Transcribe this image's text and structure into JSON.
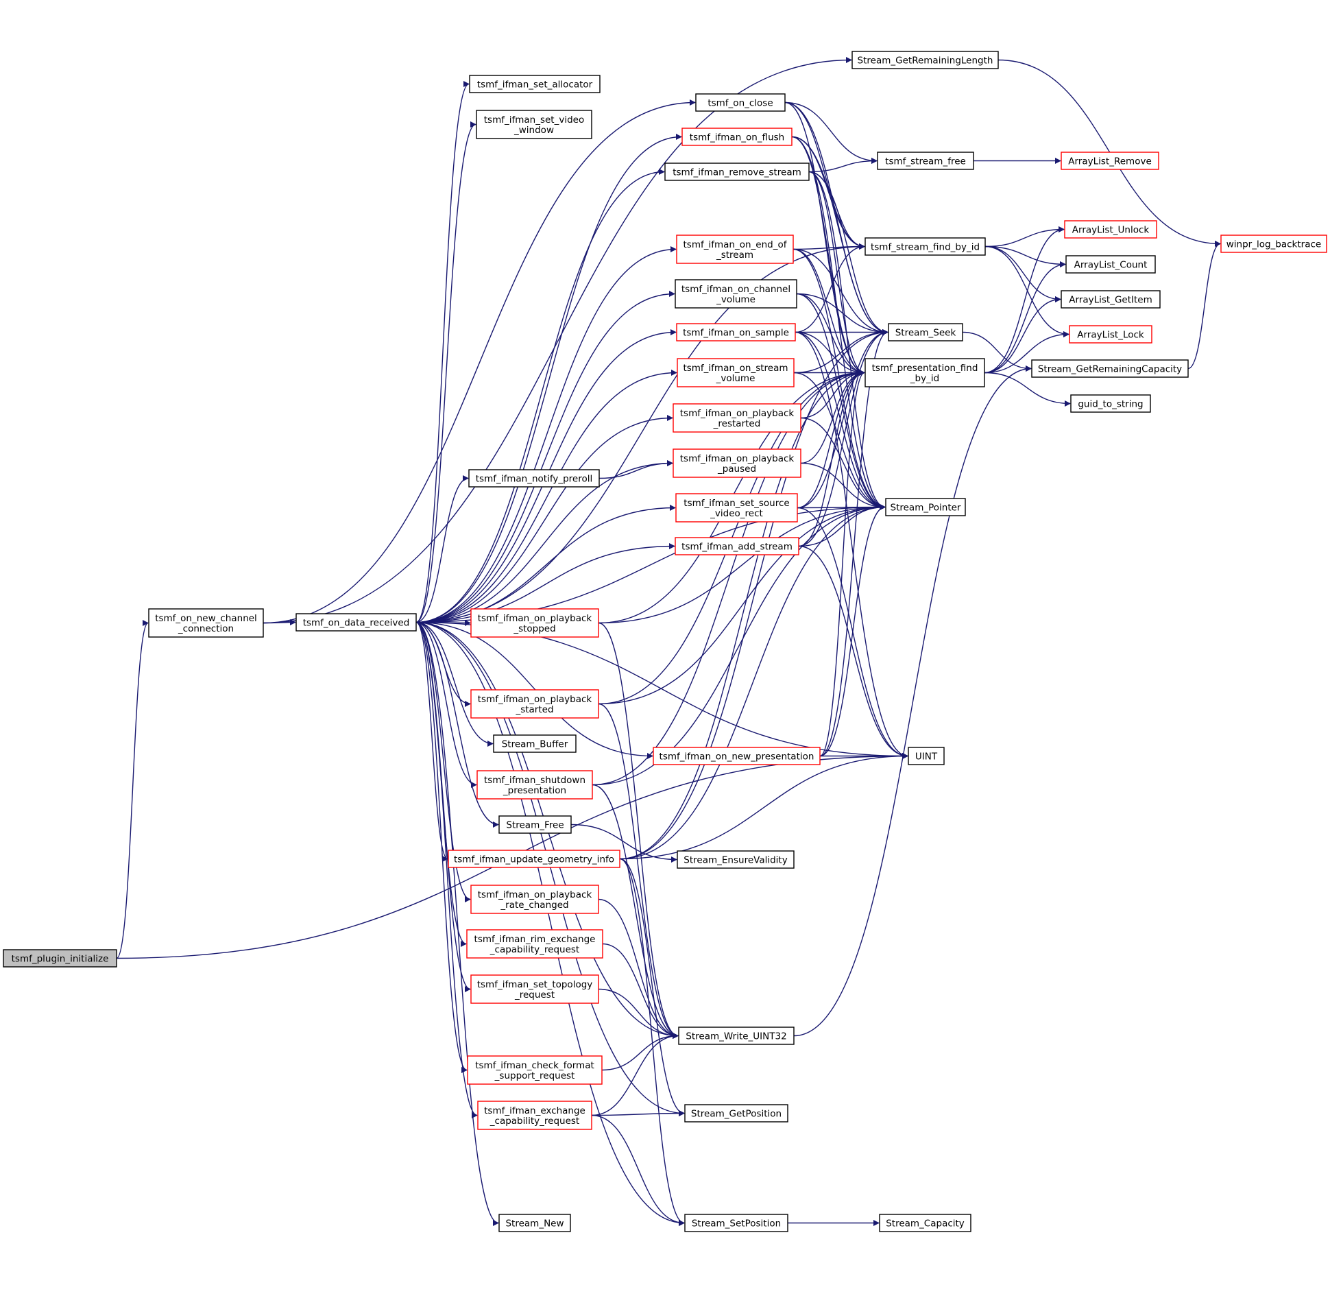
{
  "colors": {
    "edge": "#191970",
    "normal_border": "#000000",
    "truncated_border": "#ff0000",
    "root_fill": "#bfbfbf",
    "node_fill": "#ffffff"
  },
  "nodes": [
    {
      "id": "plugin_init",
      "lines": [
        "tsmf_plugin_initialize"
      ],
      "style": "root"
    },
    {
      "id": "new_channel_conn",
      "lines": [
        "tsmf_on_new_channel",
        "_connection"
      ],
      "style": "normal"
    },
    {
      "id": "data_received",
      "lines": [
        "tsmf_on_data_received"
      ],
      "style": "normal"
    },
    {
      "id": "on_close",
      "lines": [
        "tsmf_on_close"
      ],
      "style": "normal"
    },
    {
      "id": "set_allocator",
      "lines": [
        "tsmf_ifman_set_allocator"
      ],
      "style": "normal"
    },
    {
      "id": "set_video_window",
      "lines": [
        "tsmf_ifman_set_video",
        "_window"
      ],
      "style": "normal"
    },
    {
      "id": "on_flush",
      "lines": [
        "tsmf_ifman_on_flush"
      ],
      "style": "truncated"
    },
    {
      "id": "remove_stream",
      "lines": [
        "tsmf_ifman_remove_stream"
      ],
      "style": "normal"
    },
    {
      "id": "on_end_of_stream",
      "lines": [
        "tsmf_ifman_on_end_of",
        "_stream"
      ],
      "style": "truncated"
    },
    {
      "id": "on_channel_volume",
      "lines": [
        "tsmf_ifman_on_channel",
        "_volume"
      ],
      "style": "normal"
    },
    {
      "id": "on_sample",
      "lines": [
        "tsmf_ifman_on_sample"
      ],
      "style": "truncated"
    },
    {
      "id": "on_stream_volume",
      "lines": [
        "tsmf_ifman_on_stream",
        "_volume"
      ],
      "style": "truncated"
    },
    {
      "id": "on_playback_restarted",
      "lines": [
        "tsmf_ifman_on_playback",
        "_restarted"
      ],
      "style": "truncated"
    },
    {
      "id": "on_playback_paused",
      "lines": [
        "tsmf_ifman_on_playback",
        "_paused"
      ],
      "style": "truncated"
    },
    {
      "id": "notify_preroll",
      "lines": [
        "tsmf_ifman_notify_preroll"
      ],
      "style": "normal"
    },
    {
      "id": "set_source_video_rect",
      "lines": [
        "tsmf_ifman_set_source",
        "_video_rect"
      ],
      "style": "truncated"
    },
    {
      "id": "add_stream",
      "lines": [
        "tsmf_ifman_add_stream"
      ],
      "style": "truncated"
    },
    {
      "id": "on_playback_stopped",
      "lines": [
        "tsmf_ifman_on_playback",
        "_stopped"
      ],
      "style": "truncated"
    },
    {
      "id": "on_playback_started",
      "lines": [
        "tsmf_ifman_on_playback",
        "_started"
      ],
      "style": "truncated"
    },
    {
      "id": "stream_buffer",
      "lines": [
        "Stream_Buffer"
      ],
      "style": "normal"
    },
    {
      "id": "on_new_presentation",
      "lines": [
        "tsmf_ifman_on_new_presentation"
      ],
      "style": "truncated"
    },
    {
      "id": "shutdown_presentation",
      "lines": [
        "tsmf_ifman_shutdown",
        "_presentation"
      ],
      "style": "truncated"
    },
    {
      "id": "stream_free_fn",
      "lines": [
        "Stream_Free"
      ],
      "style": "normal"
    },
    {
      "id": "stream_ensure_validity",
      "lines": [
        "Stream_EnsureValidity"
      ],
      "style": "normal"
    },
    {
      "id": "update_geometry_info",
      "lines": [
        "tsmf_ifman_update_geometry_info"
      ],
      "style": "truncated"
    },
    {
      "id": "on_playback_rate_changed",
      "lines": [
        "tsmf_ifman_on_playback",
        "_rate_changed"
      ],
      "style": "truncated"
    },
    {
      "id": "rim_exchange_cap",
      "lines": [
        "tsmf_ifman_rim_exchange",
        "_capability_request"
      ],
      "style": "truncated"
    },
    {
      "id": "set_topology",
      "lines": [
        "tsmf_ifman_set_topology",
        "_request"
      ],
      "style": "truncated"
    },
    {
      "id": "stream_write_uint32",
      "lines": [
        "Stream_Write_UINT32"
      ],
      "style": "normal"
    },
    {
      "id": "check_format_support",
      "lines": [
        "tsmf_ifman_check_format",
        "_support_request"
      ],
      "style": "truncated"
    },
    {
      "id": "exchange_cap",
      "lines": [
        "tsmf_ifman_exchange",
        "_capability_request"
      ],
      "style": "truncated"
    },
    {
      "id": "stream_get_position",
      "lines": [
        "Stream_GetPosition"
      ],
      "style": "normal"
    },
    {
      "id": "stream_new",
      "lines": [
        "Stream_New"
      ],
      "style": "normal"
    },
    {
      "id": "stream_set_position",
      "lines": [
        "Stream_SetPosition"
      ],
      "style": "normal"
    },
    {
      "id": "stream_capacity",
      "lines": [
        "Stream_Capacity"
      ],
      "style": "normal"
    },
    {
      "id": "stream_get_remaining_length",
      "lines": [
        "Stream_GetRemainingLength"
      ],
      "style": "normal"
    },
    {
      "id": "tsmf_stream_free",
      "lines": [
        "tsmf_stream_free"
      ],
      "style": "normal"
    },
    {
      "id": "stream_find_by_id",
      "lines": [
        "tsmf_stream_find_by_id"
      ],
      "style": "normal"
    },
    {
      "id": "stream_seek",
      "lines": [
        "Stream_Seek"
      ],
      "style": "normal"
    },
    {
      "id": "presentation_find_by_id",
      "lines": [
        "tsmf_presentation_find",
        "_by_id"
      ],
      "style": "normal"
    },
    {
      "id": "stream_pointer",
      "lines": [
        "Stream_Pointer"
      ],
      "style": "normal"
    },
    {
      "id": "uint",
      "lines": [
        "UINT"
      ],
      "style": "normal"
    },
    {
      "id": "arraylist_remove",
      "lines": [
        "ArrayList_Remove"
      ],
      "style": "truncated"
    },
    {
      "id": "arraylist_unlock",
      "lines": [
        "ArrayList_Unlock"
      ],
      "style": "truncated"
    },
    {
      "id": "arraylist_count",
      "lines": [
        "ArrayList_Count"
      ],
      "style": "normal"
    },
    {
      "id": "arraylist_getitem",
      "lines": [
        "ArrayList_GetItem"
      ],
      "style": "normal"
    },
    {
      "id": "arraylist_lock",
      "lines": [
        "ArrayList_Lock"
      ],
      "style": "truncated"
    },
    {
      "id": "stream_get_remaining_capacity",
      "lines": [
        "Stream_GetRemainingCapacity"
      ],
      "style": "normal"
    },
    {
      "id": "guid_to_string",
      "lines": [
        "guid_to_string"
      ],
      "style": "normal"
    },
    {
      "id": "winpr_log_backtrace",
      "lines": [
        "winpr_log_backtrace"
      ],
      "style": "truncated"
    }
  ],
  "edges": [
    [
      "plugin_init",
      "new_channel_conn"
    ],
    [
      "plugin_init",
      "uint"
    ],
    [
      "new_channel_conn",
      "data_received"
    ],
    [
      "new_channel_conn",
      "on_close"
    ],
    [
      "new_channel_conn",
      "stream_get_remaining_length"
    ],
    [
      "data_received",
      "set_allocator"
    ],
    [
      "data_received",
      "set_video_window"
    ],
    [
      "data_received",
      "on_flush"
    ],
    [
      "data_received",
      "remove_stream"
    ],
    [
      "data_received",
      "stream_find_by_id"
    ],
    [
      "data_received",
      "on_end_of_stream"
    ],
    [
      "data_received",
      "on_channel_volume"
    ],
    [
      "data_received",
      "on_sample"
    ],
    [
      "data_received",
      "on_stream_volume"
    ],
    [
      "data_received",
      "on_playback_restarted"
    ],
    [
      "data_received",
      "on_playback_paused"
    ],
    [
      "data_received",
      "notify_preroll"
    ],
    [
      "data_received",
      "set_source_video_rect"
    ],
    [
      "data_received",
      "add_stream"
    ],
    [
      "data_received",
      "stream_pointer"
    ],
    [
      "data_received",
      "on_playback_stopped"
    ],
    [
      "data_received",
      "on_new_presentation"
    ],
    [
      "data_received",
      "on_playback_started"
    ],
    [
      "data_received",
      "stream_buffer"
    ],
    [
      "data_received",
      "shutdown_presentation"
    ],
    [
      "data_received",
      "stream_free_fn"
    ],
    [
      "data_received",
      "update_geometry_info"
    ],
    [
      "data_received",
      "on_playback_rate_changed"
    ],
    [
      "data_received",
      "rim_exchange_cap"
    ],
    [
      "data_received",
      "set_topology"
    ],
    [
      "data_received",
      "stream_write_uint32"
    ],
    [
      "data_received",
      "check_format_support"
    ],
    [
      "data_received",
      "exchange_cap"
    ],
    [
      "data_received",
      "stream_get_position"
    ],
    [
      "data_received",
      "uint"
    ],
    [
      "data_received",
      "stream_new"
    ],
    [
      "data_received",
      "stream_set_position"
    ],
    [
      "on_close",
      "tsmf_stream_free"
    ],
    [
      "on_close",
      "stream_find_by_id"
    ],
    [
      "on_close",
      "stream_seek"
    ],
    [
      "on_close",
      "presentation_find_by_id"
    ],
    [
      "on_flush",
      "stream_find_by_id"
    ],
    [
      "on_flush",
      "stream_seek"
    ],
    [
      "on_flush",
      "presentation_find_by_id"
    ],
    [
      "on_flush",
      "stream_pointer"
    ],
    [
      "remove_stream",
      "tsmf_stream_free"
    ],
    [
      "remove_stream",
      "stream_find_by_id"
    ],
    [
      "remove_stream",
      "stream_seek"
    ],
    [
      "remove_stream",
      "presentation_find_by_id"
    ],
    [
      "remove_stream",
      "stream_pointer"
    ],
    [
      "on_end_of_stream",
      "stream_find_by_id"
    ],
    [
      "on_end_of_stream",
      "stream_seek"
    ],
    [
      "on_end_of_stream",
      "presentation_find_by_id"
    ],
    [
      "on_end_of_stream",
      "stream_pointer"
    ],
    [
      "on_channel_volume",
      "stream_seek"
    ],
    [
      "on_channel_volume",
      "presentation_find_by_id"
    ],
    [
      "on_channel_volume",
      "stream_pointer"
    ],
    [
      "on_sample",
      "stream_find_by_id"
    ],
    [
      "on_sample",
      "stream_seek"
    ],
    [
      "on_sample",
      "presentation_find_by_id"
    ],
    [
      "on_sample",
      "stream_pointer"
    ],
    [
      "on_sample",
      "uint"
    ],
    [
      "on_stream_volume",
      "stream_seek"
    ],
    [
      "on_stream_volume",
      "presentation_find_by_id"
    ],
    [
      "on_stream_volume",
      "stream_pointer"
    ],
    [
      "on_playback_restarted",
      "presentation_find_by_id"
    ],
    [
      "on_playback_restarted",
      "stream_pointer"
    ],
    [
      "on_playback_paused",
      "presentation_find_by_id"
    ],
    [
      "on_playback_paused",
      "stream_pointer"
    ],
    [
      "notify_preroll",
      "on_playback_paused"
    ],
    [
      "set_source_video_rect",
      "stream_seek"
    ],
    [
      "set_source_video_rect",
      "presentation_find_by_id"
    ],
    [
      "set_source_video_rect",
      "stream_pointer"
    ],
    [
      "set_source_video_rect",
      "uint"
    ],
    [
      "add_stream",
      "stream_seek"
    ],
    [
      "add_stream",
      "presentation_find_by_id"
    ],
    [
      "add_stream",
      "stream_pointer"
    ],
    [
      "add_stream",
      "uint"
    ],
    [
      "on_playback_stopped",
      "presentation_find_by_id"
    ],
    [
      "on_playback_stopped",
      "stream_pointer"
    ],
    [
      "on_playback_stopped",
      "stream_write_uint32"
    ],
    [
      "on_playback_started",
      "presentation_find_by_id"
    ],
    [
      "on_playback_started",
      "stream_pointer"
    ],
    [
      "on_playback_started",
      "stream_write_uint32"
    ],
    [
      "on_new_presentation",
      "stream_seek"
    ],
    [
      "on_new_presentation",
      "presentation_find_by_id"
    ],
    [
      "on_new_presentation",
      "stream_pointer"
    ],
    [
      "on_new_presentation",
      "uint"
    ],
    [
      "shutdown_presentation",
      "presentation_find_by_id"
    ],
    [
      "shutdown_presentation",
      "stream_pointer"
    ],
    [
      "shutdown_presentation",
      "stream_write_uint32"
    ],
    [
      "stream_free_fn",
      "stream_ensure_validity"
    ],
    [
      "update_geometry_info",
      "stream_seek"
    ],
    [
      "update_geometry_info",
      "presentation_find_by_id"
    ],
    [
      "update_geometry_info",
      "stream_pointer"
    ],
    [
      "update_geometry_info",
      "uint"
    ],
    [
      "update_geometry_info",
      "stream_get_position"
    ],
    [
      "update_geometry_info",
      "stream_set_position"
    ],
    [
      "on_playback_rate_changed",
      "stream_write_uint32"
    ],
    [
      "rim_exchange_cap",
      "stream_write_uint32"
    ],
    [
      "set_topology",
      "stream_write_uint32"
    ],
    [
      "check_format_support",
      "stream_write_uint32"
    ],
    [
      "exchange_cap",
      "stream_write_uint32"
    ],
    [
      "exchange_cap",
      "stream_get_position"
    ],
    [
      "exchange_cap",
      "stream_set_position"
    ],
    [
      "stream_write_uint32",
      "stream_get_remaining_capacity"
    ],
    [
      "stream_set_position",
      "stream_capacity"
    ],
    [
      "stream_get_remaining_length",
      "winpr_log_backtrace"
    ],
    [
      "tsmf_stream_free",
      "arraylist_remove"
    ],
    [
      "stream_find_by_id",
      "arraylist_unlock"
    ],
    [
      "stream_find_by_id",
      "arraylist_count"
    ],
    [
      "stream_find_by_id",
      "arraylist_getitem"
    ],
    [
      "stream_find_by_id",
      "arraylist_lock"
    ],
    [
      "stream_seek",
      "stream_get_remaining_capacity"
    ],
    [
      "presentation_find_by_id",
      "arraylist_unlock"
    ],
    [
      "presentation_find_by_id",
      "arraylist_count"
    ],
    [
      "presentation_find_by_id",
      "arraylist_getitem"
    ],
    [
      "presentation_find_by_id",
      "arraylist_lock"
    ],
    [
      "presentation_find_by_id",
      "guid_to_string"
    ],
    [
      "stream_get_remaining_capacity",
      "winpr_log_backtrace"
    ]
  ]
}
